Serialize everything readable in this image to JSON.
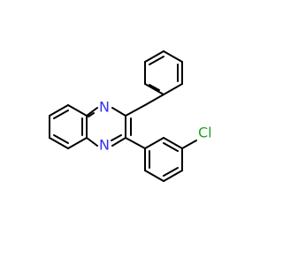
{
  "molecule": {
    "atom_labels": {
      "n1": "N",
      "n2": "N",
      "cl": "Cl"
    },
    "colors": {
      "bond": "#000000",
      "nitrogen": "#3333ee",
      "chlorine": "#1fa21f",
      "background": "#ffffff"
    }
  }
}
